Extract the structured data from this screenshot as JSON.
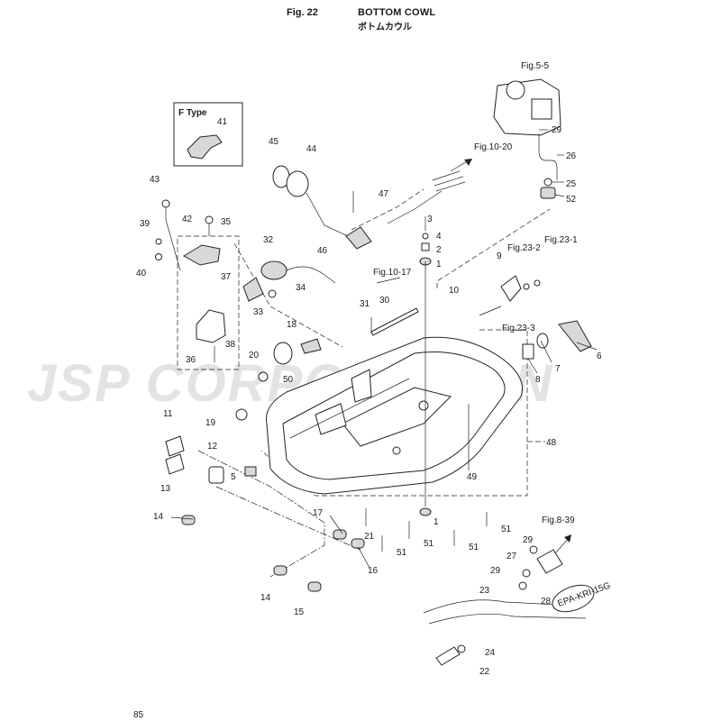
{
  "header": {
    "fig_label": "Fig. 22",
    "title": "BOTTOM COWL",
    "subtitle": "ボトムカウル"
  },
  "page_number": "85",
  "watermark": "JSP CORPORATION",
  "inset": {
    "title": "F Type"
  },
  "references": {
    "fig_5_5": "Fig.5-5",
    "fig_10_20": "Fig.10-20",
    "fig_10_17": "Fig.10-17",
    "fig_23_1": "Fig.23-1",
    "fig_23_2": "Fig.23-2",
    "fig_23_3": "Fig.23-3",
    "fig_8_39": "Fig.8-39"
  },
  "label_tag": "EPA-KRI-15G",
  "parts": {
    "p1a": "1",
    "p1b": "1",
    "p2": "2",
    "p3": "3",
    "p4": "4",
    "p5": "5",
    "p6": "6",
    "p7": "7",
    "p8": "8",
    "p9": "9",
    "p10": "10",
    "p11": "11",
    "p12": "12",
    "p13": "13",
    "p14a": "14",
    "p14b": "14",
    "p15": "15",
    "p16": "16",
    "p17": "17",
    "p18": "18",
    "p19": "19",
    "p20": "20",
    "p21": "21",
    "p22": "22",
    "p23": "23",
    "p24": "24",
    "p25": "25",
    "p26": "26",
    "p27": "27",
    "p28": "28",
    "p29a": "29",
    "p29b": "29",
    "p29c": "29",
    "p30": "30",
    "p31": "31",
    "p32": "32",
    "p33": "33",
    "p34": "34",
    "p35": "35",
    "p36": "36",
    "p37": "37",
    "p38": "38",
    "p39": "39",
    "p40": "40",
    "p41": "41",
    "p42": "42",
    "p43": "43",
    "p44": "44",
    "p45": "45",
    "p46": "46",
    "p47": "47",
    "p48": "48",
    "p49": "49",
    "p50": "50",
    "p51a": "51",
    "p51b": "51",
    "p51c": "51",
    "p51d": "51",
    "p52": "52"
  }
}
